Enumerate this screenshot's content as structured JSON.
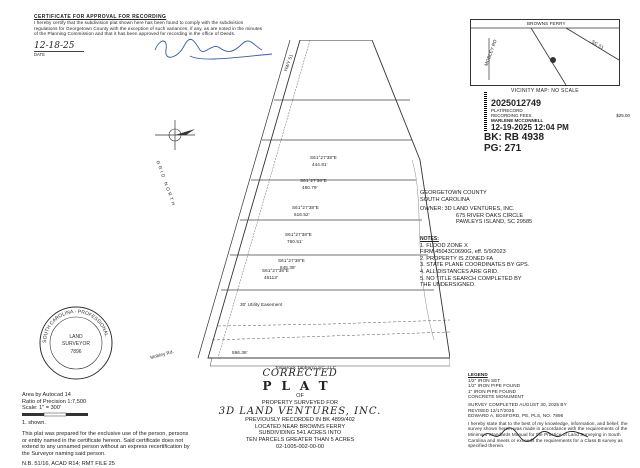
{
  "approval": {
    "heading": "CERTIFICATE FOR APPROVAL FOR RECORDING",
    "text": "I hereby certify that the subdivision plat shown here has been found to comply with the subdivision regulations for Georgetown County with the exception of such variances, if any, as are noted in the minutes of the Planning Commission and that it has been approved for recording in the office of Deeds.",
    "date": "12-18-25",
    "date_label": "DATE"
  },
  "vicinity": {
    "road_top": "BROWNS FERRY",
    "road_right": "SC 51",
    "road_left": "MOBLEY RD",
    "caption": "VICINITY MAP: NO SCALE"
  },
  "stamp": {
    "doc_no": "2025012749",
    "line1": "PLAT/RECORD",
    "line2": "RECORDING FEES",
    "amount": "$25.00",
    "recorder": "MARLENE MCCONNELL",
    "datetime": "12-19-2025 12:04 PM",
    "book": "BK: RB 4938",
    "page": "PG: 271"
  },
  "owner": {
    "county": "GEORGETOWN COUNTY",
    "state": "SOUTH CAROLINA",
    "line_owner": "OWNER: 3D LAND VENTURES, INC.",
    "address1": "675 RIVER OAKS CIRCLE",
    "address2": "PAWLEYS ISLAND, SC 29585"
  },
  "notes": {
    "heading": "NOTES:",
    "items": [
      "1. FLOOD ZONE X",
      "   FIRM 45043C0690G, eff. 5/9/2023",
      "2. PROPERTY IS ZONED FA",
      "3. STATE PLANE COORDINATES BY GPS.",
      "4. ALL DISTANCES ARE GRID.",
      "5. NO TITLE SEARCH COMPLETED BY",
      "   THE UNDERSIGNED."
    ]
  },
  "map": {
    "compass": "GRID NORTH",
    "road_label": "HWY 51",
    "lot_bearings": [
      "S61°27'38\"E",
      "S61°27'38\"E",
      "S61°27'38\"E",
      "S61°27'38\"E",
      "S61°27'38\"E",
      "S61°27'38\"E"
    ],
    "lot_distances": [
      "444.81'",
      "480.79'",
      "616.52'",
      "760.51'",
      "845.39'",
      "46113'"
    ],
    "parcel_bottom_label": "Tomarock Timberco SC, LLC",
    "bottom_distance": "596.36'",
    "easement": "30' Utility Easement",
    "mobley_road": "Mobley Rd."
  },
  "title_block": {
    "corrected": "CORRECTED",
    "plat": "PLAT",
    "of": "OF",
    "purpose": "PROPERTY SURVEYED FOR",
    "owner_name": "3D LAND VENTURES, INC.",
    "prev": "PREVIOUSLY RECORDED IN BK 4899/402",
    "located": "LOCATED NEAR BROWNS FERRY",
    "subdiv": "SUBDIVIDING 541 ACRES INTO",
    "subdiv2": "TEN PARCELS GREATER THAN 5 ACRES",
    "tms": "02-1005-002-00-00"
  },
  "bottom_left": {
    "area": "Area by Autocad 14",
    "ratio": "Ratio of Precision 1:7,500",
    "scale": "Scale: 1\" = 300'",
    "legend1": "1. shown.",
    "disclaimer": "This plat was prepared for the exclusive use of the person, persons or entity named in the certificate hereon. Said certificate does not extend to any unnamed person without an express recertification by the Surveyor naming said person.",
    "file": "N.B. 51/16, ACAD R14; RMT FILE 25"
  },
  "bottom_right": {
    "legend_head": "LEGEND",
    "legend": [
      "1/2\" IRON SET",
      "1/2\" IRON PIPE FOUND",
      "1\" IRON PIPE FOUND",
      "CONCRETE MONUMENT"
    ],
    "completed": "SURVEY COMPLETED AUGUST 30, 2025 BY",
    "revised": "REVISED 12/17/2025",
    "surveyor": "EDWARD A. BOSFORD, PE, PLS, NO. 7896",
    "cert": "I hereby state that to the best of my knowledge, information, and belief, the survey shown herein was made in accordance with the requirements of the Minimum Standards Manual for the Practice of Land Surveying in South Carolina and meets or exceeds the requirements for a Class B survey as specified therein."
  },
  "seal": {
    "ring": "SOUTH CAROLINA · PROFESSIONAL",
    "center1": "LAND",
    "center2": "SURVEYOR",
    "number": "7896"
  }
}
